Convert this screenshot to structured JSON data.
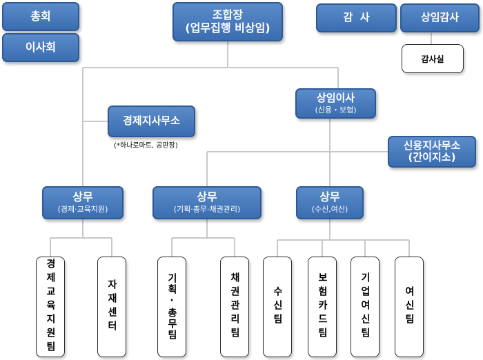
{
  "boxes": {
    "general_meeting": "총회",
    "board": "이사회",
    "chairman": {
      "title": "조합장",
      "sub": "(업무집행 비상임)"
    },
    "auditor": "감  사",
    "standing_auditor": "상임감사",
    "audit_office": "감사실",
    "standing_director": {
      "title": "상임이사",
      "sub": "(신용・보험)"
    },
    "econ_branch": "경제지사무소",
    "econ_branch_note": "(*하나로마트, 공판장)",
    "credit_branch": {
      "title": "신용지사무소",
      "sub": "(간이지소)"
    },
    "md_econ": {
      "title": "상무",
      "sub": "(경제·교육지원)"
    },
    "md_planning": {
      "title": "상무",
      "sub": "(기획·총무·채권관리)"
    },
    "md_credit": {
      "title": "상무",
      "sub": "(수신,여신)"
    }
  },
  "teams": {
    "econ_edu": "경제교육지원팀",
    "materials": "자재센터",
    "planning": "기획·총무팀",
    "bond": "채권관리팀",
    "deposit": "수신팀",
    "insurance_card": "보험카드팀",
    "corporate_loan": "기업여신팀",
    "loan": "여신팀"
  },
  "colors": {
    "box_top": "#5b8bc9",
    "box_bottom": "#3a6db1",
    "box_border": "#2c5a94",
    "connector": "#c8c8c8"
  }
}
